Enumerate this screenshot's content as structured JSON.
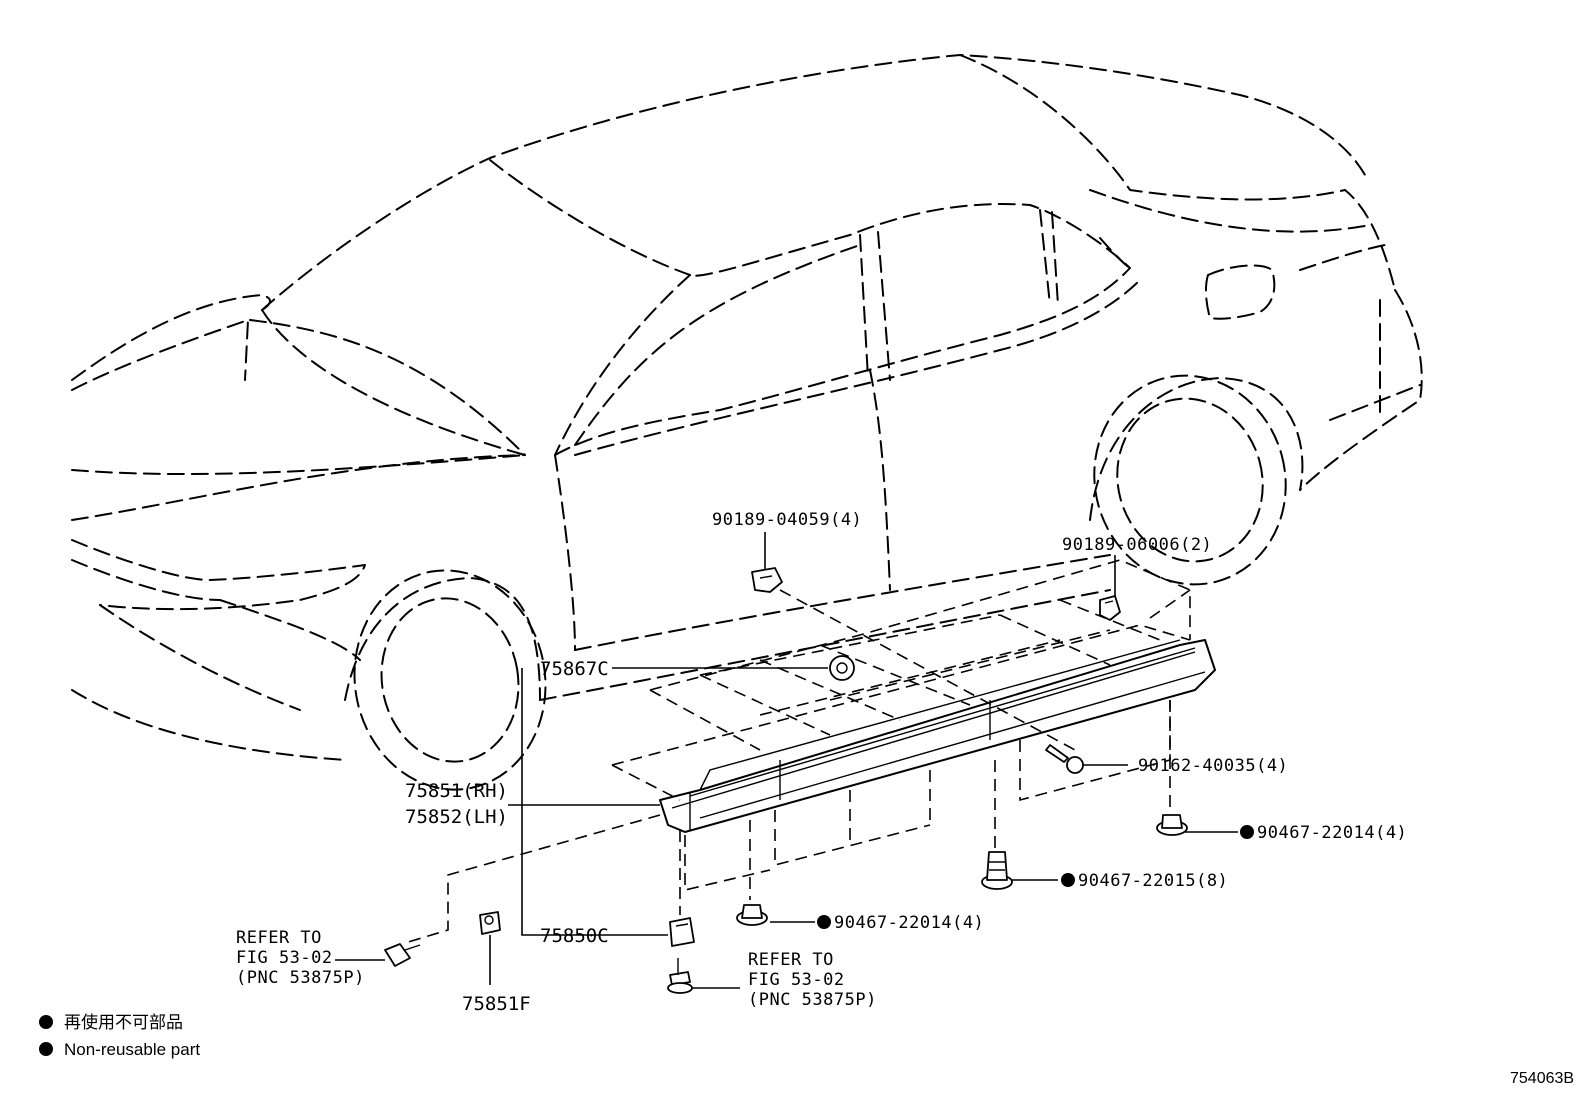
{
  "callouts": {
    "p1": "90189-04059(4)",
    "p2": "90189-06006(2)",
    "p3": "75867C",
    "p4": "90162-40035(4)",
    "p5_rh": "75851(RH)",
    "p5_lh": "75852(LH)",
    "p6": "90467-22014(4)",
    "p7": "90467-22015(8)",
    "p8": "90467-22014(4)",
    "p9": "75850C",
    "p10": "75851F"
  },
  "refer_left": {
    "l1": "REFER TO",
    "l2": "FIG 53-02",
    "l3": "(PNC 53875P)"
  },
  "refer_bottom": {
    "l1": "REFER TO",
    "l2": "FIG 53-02",
    "l3": "(PNC 53875P)"
  },
  "legend": {
    "japanese": "再使用不可部品",
    "english": "Non-reusable part"
  },
  "figure_id": "754063B"
}
